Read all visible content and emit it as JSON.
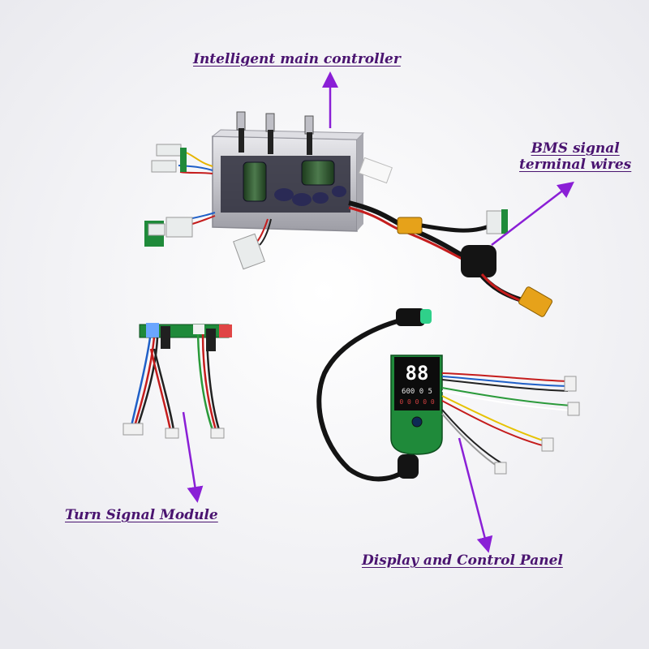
{
  "labels": {
    "main_controller": "Intelligent main controller",
    "bms_line1": "BMS signal",
    "bms_line2": "terminal wires",
    "turn_signal": "Turn Signal Module",
    "display_panel": "Display and Control Panel"
  },
  "display_readout": {
    "digits": "88",
    "row1": "600 0 5",
    "row2": "0 0 0 0 0"
  },
  "colors": {
    "label_text": "#4a1470",
    "arrow": "#8a1fd6",
    "background": "#f4f4f6",
    "pcb_green": "#1f8a3a",
    "cable_black": "#141414",
    "xt60_yellow": "#e6a21a",
    "capacitor_green": "#2f5a2f",
    "heatsink_silver": "#cfcfd4"
  }
}
